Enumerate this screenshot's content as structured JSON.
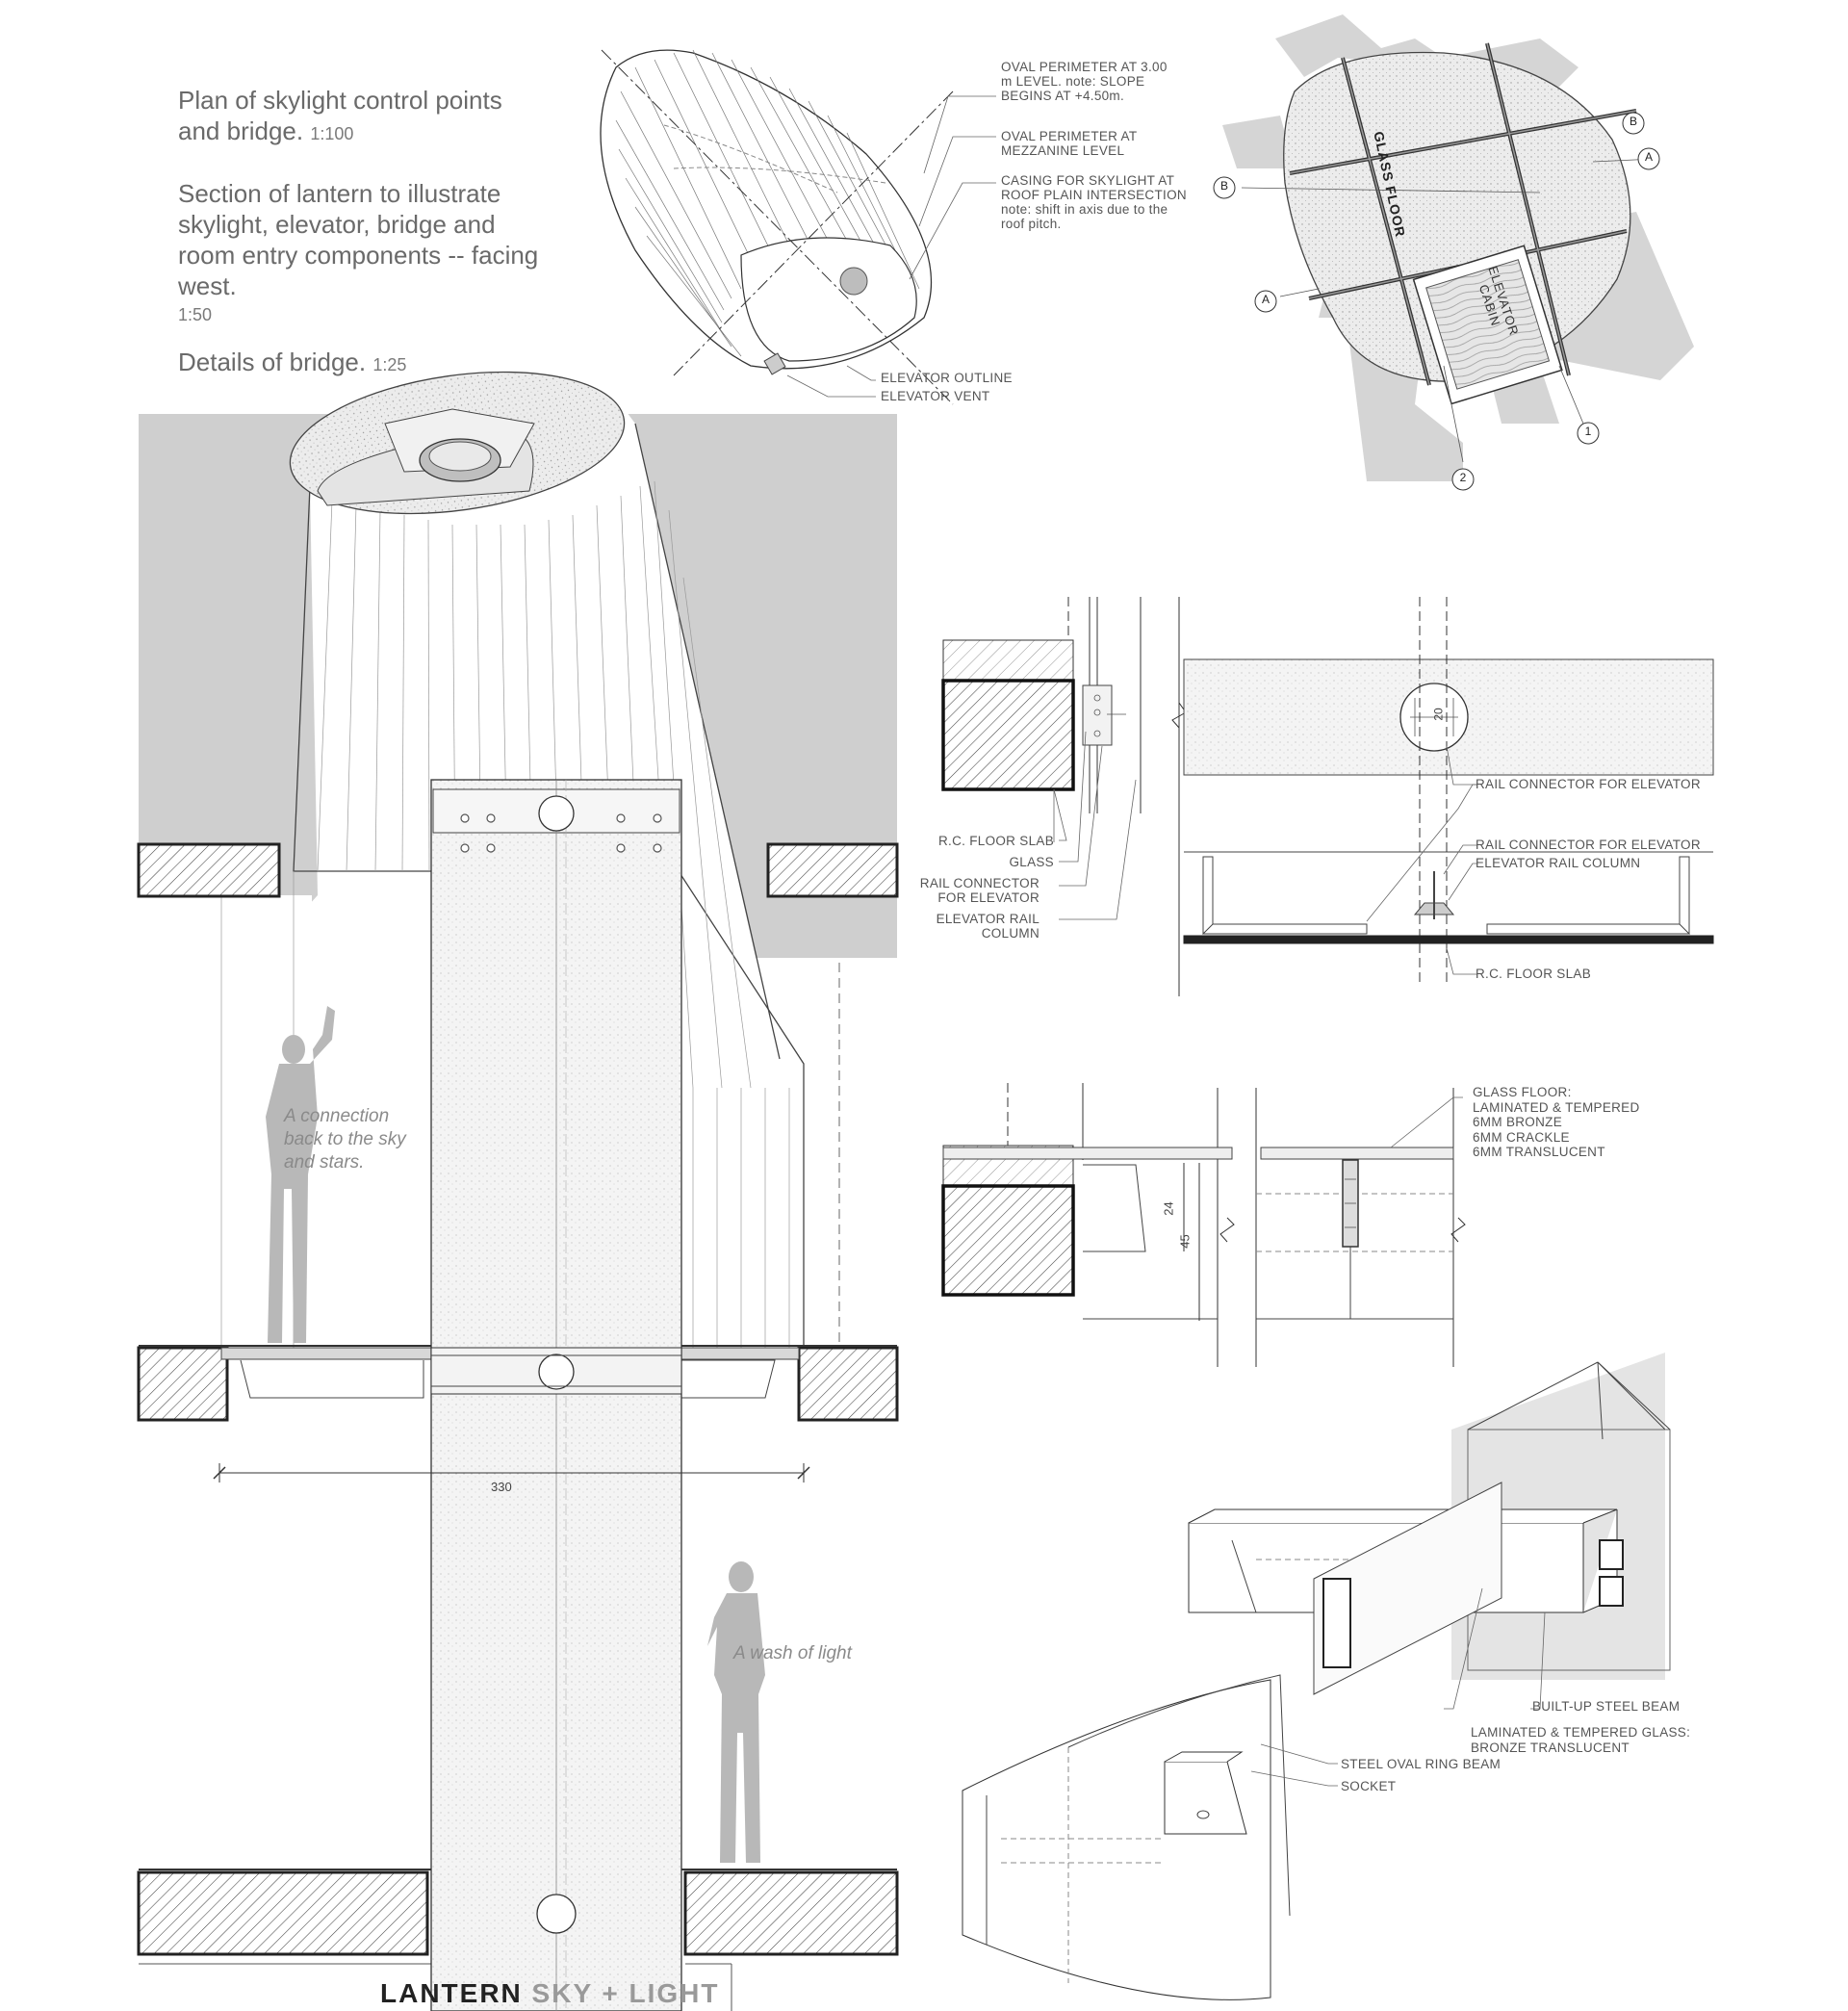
{
  "intro": {
    "plan_title": "Plan of skylight control points and bridge.",
    "plan_scale": "1:100",
    "section_title": "Section of lantern to illustrate skylight, elevator, bridge and room entry components -- facing west.",
    "section_scale": "1:50",
    "details_title": "Details of bridge.",
    "details_scale": "1:25"
  },
  "oval_plan": {
    "oval_perimeter_3m": "OVAL PERIMETER AT 3.00 m LEVEL. note: SLOPE BEGINS AT +4.50m.",
    "oval_perimeter_mezz": "OVAL PERIMETER AT MEZZANINE LEVEL",
    "casing": "CASING FOR SKYLIGHT AT ROOF PLAIN INTERSECTION note: shift in axis due to the roof pitch.",
    "elevator_outline": "ELEVATOR OUTLINE",
    "elevator_vent": "ELEVATOR VENT"
  },
  "glass_plan": {
    "glass_floor": "GLASS FLOOR",
    "elevator_cabin": "ELEVATOR CABIN",
    "grid": [
      "B",
      "A",
      "B",
      "A",
      "1",
      "2"
    ]
  },
  "section": {
    "quote_1": "A connection back to the sky and stars.",
    "quote_2": "A wash of light",
    "dimension": "330"
  },
  "detail_1": {
    "rc_floor_slab": "R.C. FLOOR SLAB",
    "glass": "GLASS",
    "rail_connector": "RAIL CONNECTOR FOR ELEVATOR",
    "elevator_rail_column": "ELEVATOR RAIL COLUMN"
  },
  "detail_2": {
    "rail_connector_top": "RAIL CONNECTOR FOR ELEVATOR",
    "rail_connector_mid": "RAIL CONNECTOR FOR ELEVATOR",
    "elevator_rail_column": "ELEVATOR RAIL COLUMN",
    "rc_floor_slab": "R.C. FLOOR SLAB",
    "dim_20": "20"
  },
  "detail_3": {
    "glass_floor": "GLASS FLOOR:",
    "spec_1": "LAMINATED & TEMPERED",
    "spec_2": "6MM BRONZE",
    "spec_3": "6MM CRACKLE",
    "spec_4": "6MM TRANSLUCENT",
    "dim_24": "24",
    "dim_45": "45"
  },
  "detail_axo": {
    "built_up_beam": "BUILT-UP STEEL BEAM",
    "laminated_glass": "LAMINATED & TEMPERED GLASS:",
    "laminated_glass_2": "BRONZE TRANSLUCENT",
    "steel_ring_beam": "STEEL OVAL RING BEAM",
    "socket": "SOCKET"
  },
  "footer": {
    "title_bold": "LANTERN",
    "title_grey": "SKY + LIGHT"
  }
}
